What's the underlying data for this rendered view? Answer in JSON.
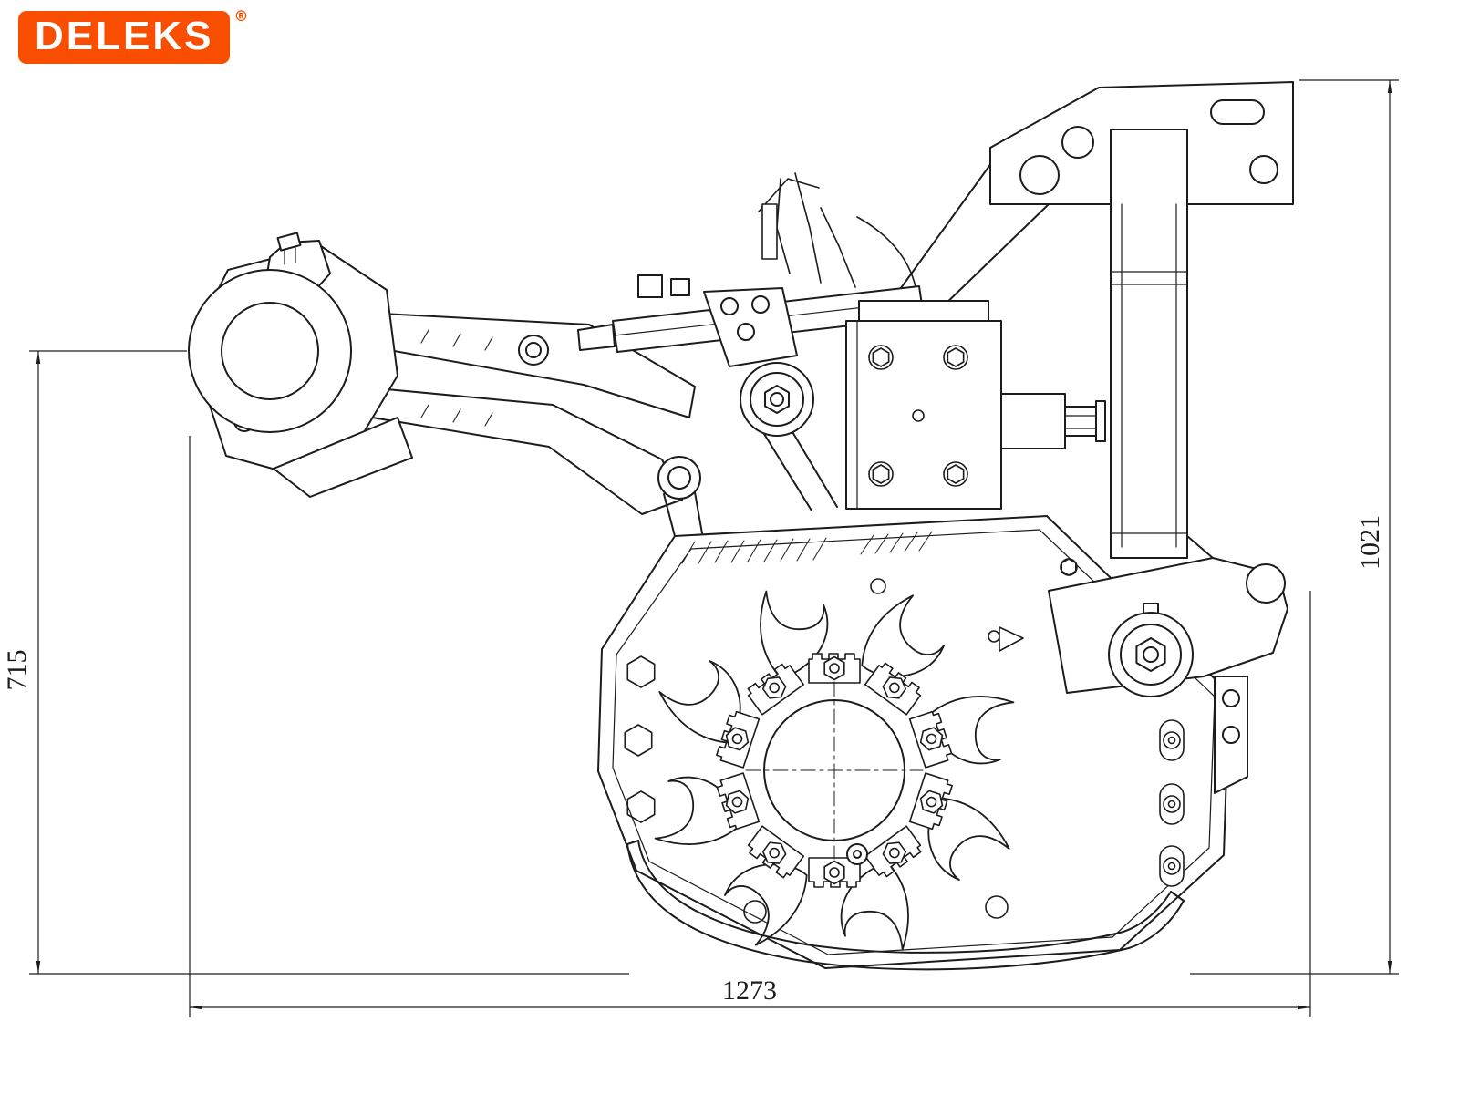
{
  "logo": {
    "text": "DELEKS",
    "registered_mark": "®",
    "background_color": "#f94e00",
    "text_color": "#ffffff"
  },
  "drawing": {
    "line_color": "#1c1c1c",
    "dimensions": {
      "left_height": {
        "value": "715"
      },
      "right_height": {
        "value": "1021"
      },
      "bottom_width": {
        "value": "1273"
      }
    }
  }
}
